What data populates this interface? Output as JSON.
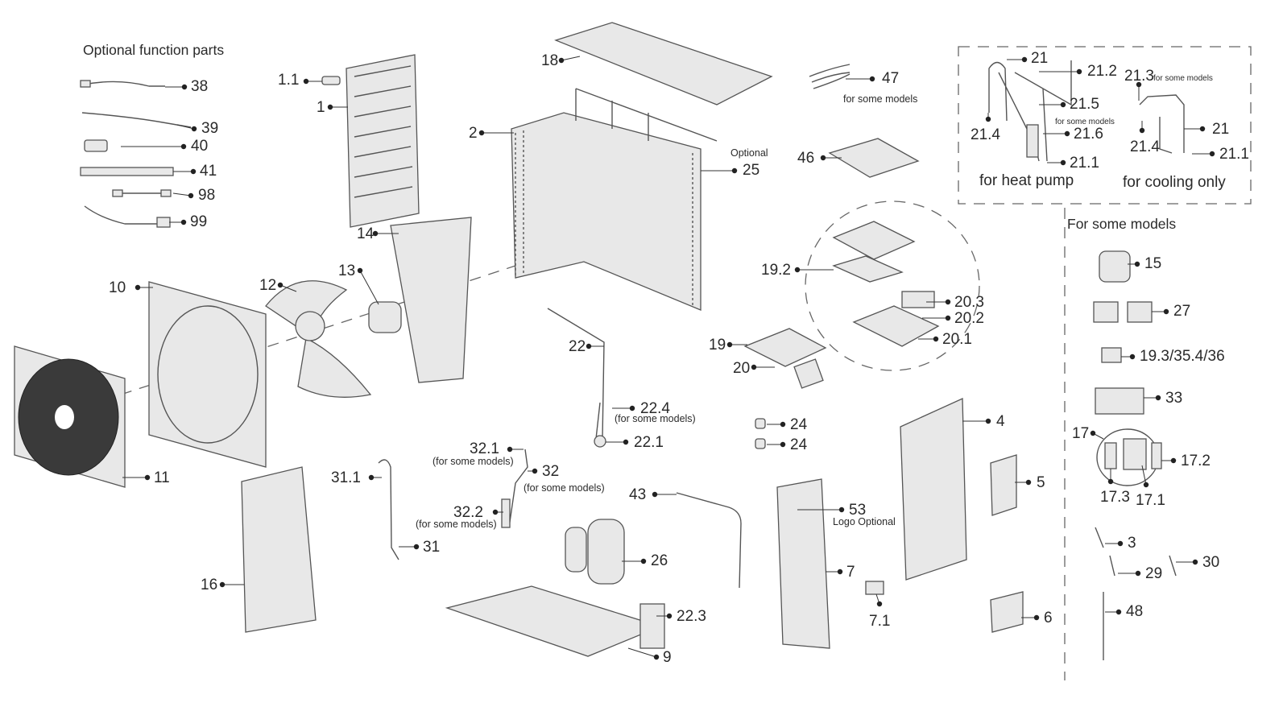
{
  "headings": {
    "optional_parts": "Optional function parts",
    "for_some_models": "For some models",
    "for_heat_pump": "for heat pump",
    "for_cooling_only": "for cooling only"
  },
  "notes": {
    "for_some_models": "for some models",
    "for_some_models_paren": "(for some models)",
    "optional": "Optional",
    "logo_optional": "Logo Optional"
  },
  "labels": [
    "38",
    "39",
    "40",
    "41",
    "98",
    "99",
    "1.1",
    "1",
    "18",
    "2",
    "47",
    "25",
    "46",
    "19.2",
    "20.3",
    "20.2",
    "20.1",
    "19",
    "20",
    "22",
    "22.4",
    "22.1",
    "14",
    "13",
    "12",
    "10",
    "11",
    "16",
    "31.1",
    "31",
    "32.1",
    "32",
    "32.2",
    "43",
    "26",
    "22.3",
    "9",
    "24",
    "24",
    "53",
    "7",
    "7.1",
    "4",
    "5",
    "6",
    "21",
    "21.2",
    "21.5",
    "21.6",
    "21.4",
    "21.1",
    "21.3",
    "21.4",
    "21",
    "21.1",
    "15",
    "27",
    "19.3/35.4/36",
    "33",
    "17",
    "17.2",
    "17.3",
    "17.1",
    "3",
    "29",
    "30",
    "48"
  ]
}
